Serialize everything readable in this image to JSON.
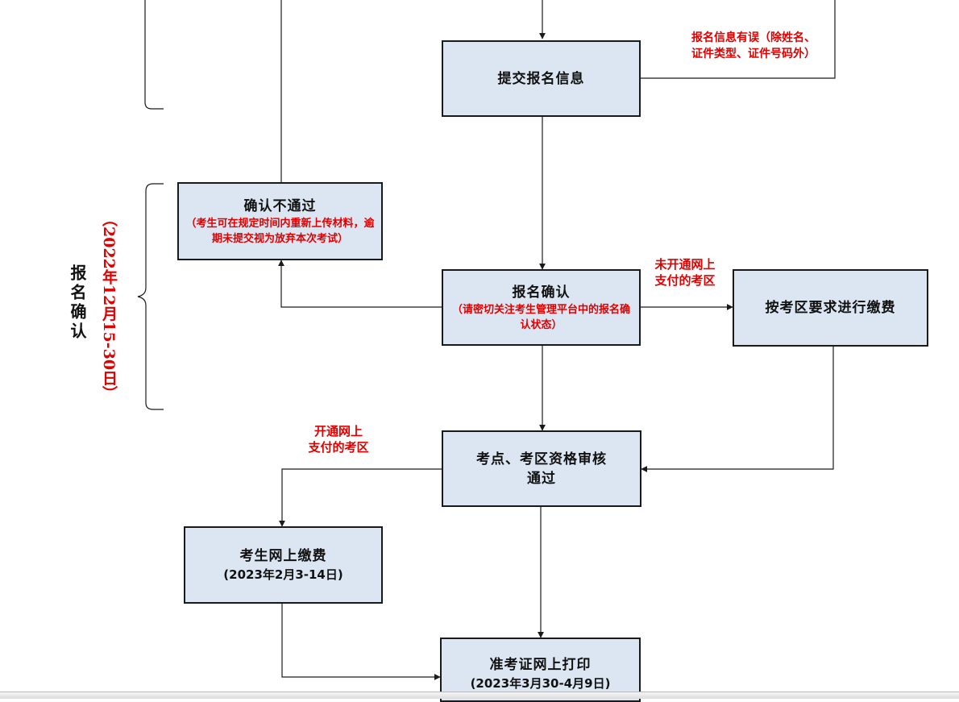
{
  "colors": {
    "box_fill": "#dce6f2",
    "box_border": "#1a1a1a",
    "note_red": "#e00000",
    "line": "#1a1a1a"
  },
  "boxes": {
    "submit": {
      "title": "提交报名信息"
    },
    "reject": {
      "title": "确认不通过",
      "note": "（考生可在规定时间内重新上传材料，逾期未提交视为放弃本次考试）"
    },
    "confirm": {
      "title": "报名确认",
      "note": "（请密切关注考生管理平台中的报名确认状态）"
    },
    "district_pay": {
      "title": "按考区要求进行缴费"
    },
    "review": {
      "title": "考点、考区资格审核",
      "title2": "通过"
    },
    "online_pay": {
      "title": "考生网上缴费",
      "date": "(2023年2月3-14日)"
    },
    "print": {
      "title": "准考证网上打印",
      "date": "(2023年3月30-4月9日)"
    }
  },
  "labels": {
    "info_error_1": "报名信息有误（除姓名、",
    "info_error_2": "证件类型、证件号码外）",
    "no_online_1": "未开通网上",
    "no_online_2": "支付的考区",
    "has_online_1": "开通网上",
    "has_online_2": "支付的考区"
  },
  "stage": {
    "name": "报名确认",
    "date": "（2022年12月15-30日）"
  }
}
